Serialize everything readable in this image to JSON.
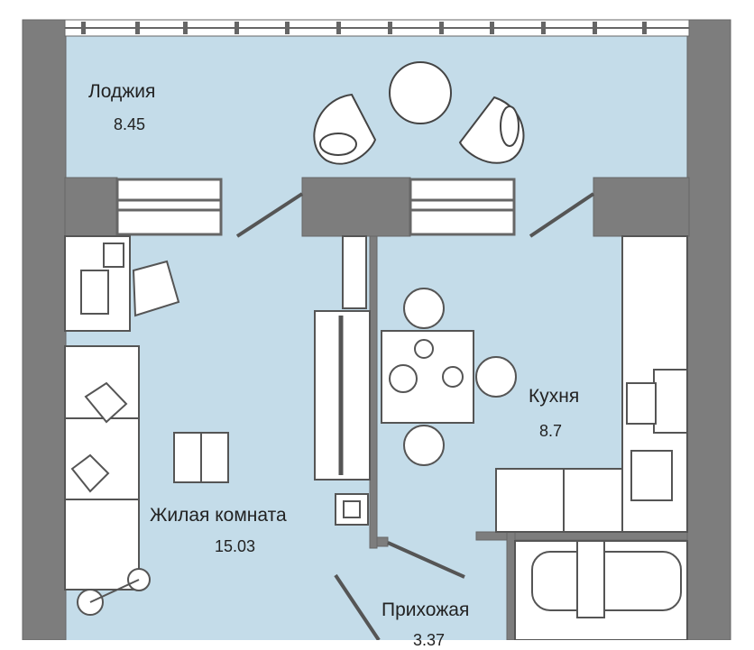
{
  "rooms": {
    "loggia": {
      "name": "Лоджия",
      "area": "8.45"
    },
    "kitchen": {
      "name": "Кухня",
      "area": "8.7"
    },
    "living": {
      "name": "Жилая комната",
      "area": "15.03"
    },
    "hall": {
      "name": "Прихожая",
      "area": "3.37"
    }
  },
  "colors": {
    "wall": "#7d7d7d",
    "floor": "#c4dce9",
    "line": "#555555",
    "furniture": "#ffffff"
  }
}
